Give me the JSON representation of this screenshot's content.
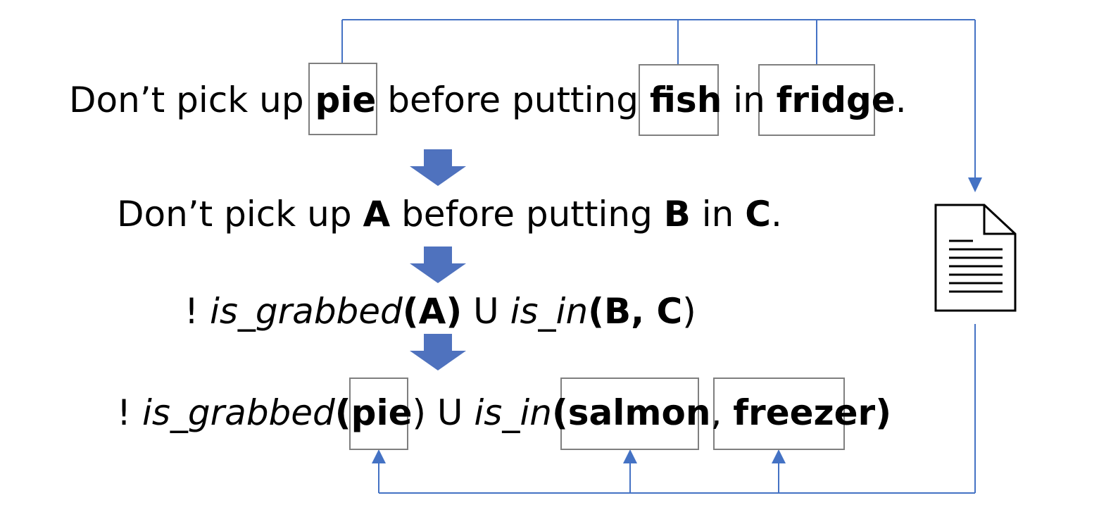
{
  "line1": {
    "t1": "Don’t pick up ",
    "obj_a": "pie",
    "t2": " before putting ",
    "obj_b": "fish",
    "t3": " in ",
    "obj_c": "fridge",
    "t4": "."
  },
  "line2": {
    "t1": "Don’t pick up ",
    "a": "A",
    "t2": " before putting ",
    "b": "B",
    "t3": " in ",
    "c": "C",
    "t4": "."
  },
  "line3": {
    "neg": "! ",
    "pred1": "is_grabbed",
    "open1": "(",
    "a": "A",
    "close1": ")",
    "until": " U ",
    "pred2": "is_in",
    "open2": "(",
    "b": "B",
    "comma": ", ",
    "c": "C",
    "close2": ")"
  },
  "line4": {
    "neg": "! ",
    "pred1": "is_grabbed",
    "open1": "(",
    "obj_a": "pie",
    "close1": ")",
    "until": " U ",
    "pred2": "is_in",
    "open2": "(",
    "obj_b": "salmon",
    "comma": ", ",
    "obj_c": "freezer",
    "close2": ")"
  },
  "colors": {
    "arrow": "#4f72be",
    "connector": "#4472c4",
    "box_border": "#7f7f7f",
    "text": "#000000"
  },
  "icons": {
    "document": "document-icon",
    "flow_arrow": "down-arrow-icon"
  }
}
